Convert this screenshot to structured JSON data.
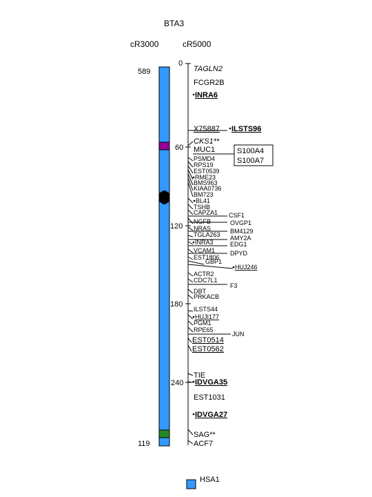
{
  "chromosome": "BTA3",
  "left_scale_label": "cR3000",
  "right_scale_label": "cR5000",
  "left_scale": {
    "top": "589",
    "bottom": "119"
  },
  "right_ticks": [
    "0",
    "60",
    "120",
    "180",
    "240"
  ],
  "legend": {
    "label": "HSA1",
    "color": "#3399FF"
  },
  "colors": {
    "bar": "#3399FF",
    "band_magenta": "#990099",
    "band_green": "#228822",
    "centromere": "#000000"
  },
  "markers": [
    {
      "id": "TAGLN2",
      "label": "TAGLN2",
      "italic": true
    },
    {
      "id": "FCGR2B",
      "label": "FCGR2B"
    },
    {
      "id": "INRA6",
      "label": "INRA6",
      "bold": true,
      "underline": true,
      "dot": true
    },
    {
      "id": "X75887",
      "label": "X75887",
      "underline": true
    },
    {
      "id": "ILSTS96",
      "label": "ILSTS96",
      "bold": true,
      "underline": true,
      "dot": true
    },
    {
      "id": "CKS1",
      "label": "CKS1**",
      "italic": true
    },
    {
      "id": "MUC1",
      "label": "MUC1"
    },
    {
      "id": "S100A4",
      "label": "S100A4"
    },
    {
      "id": "S100A7",
      "label": "S100A7"
    },
    {
      "id": "PSMD4",
      "label": "PSMD4"
    },
    {
      "id": "RPS19",
      "label": "RPS19"
    },
    {
      "id": "EST0539",
      "label": "EST0539"
    },
    {
      "id": "RME23",
      "label": "RME23",
      "dot": true
    },
    {
      "id": "BMS963",
      "label": "BMS963"
    },
    {
      "id": "KIAA0736",
      "label": "KIAA0736"
    },
    {
      "id": "BM723",
      "label": "BM723"
    },
    {
      "id": "BL41",
      "label": "BL41",
      "dot": true
    },
    {
      "id": "TSHB",
      "label": "TSHB"
    },
    {
      "id": "CAPZA1",
      "label": "CAPZA1"
    },
    {
      "id": "CSF1",
      "label": "CSF1"
    },
    {
      "id": "NGFB",
      "label": "NGFB"
    },
    {
      "id": "OVGP1",
      "label": "OVGP1"
    },
    {
      "id": "NRAS",
      "label": "NRAS"
    },
    {
      "id": "BM4129",
      "label": "BM4129"
    },
    {
      "id": "TGLA263",
      "label": "TGLA263"
    },
    {
      "id": "AMY2A",
      "label": "AMY2A"
    },
    {
      "id": "INRA3",
      "label": "INRA3",
      "dot": true
    },
    {
      "id": "EDG1",
      "label": "EDG1"
    },
    {
      "id": "VCAM1",
      "label": "VCAM1"
    },
    {
      "id": "DPYD",
      "label": "DPYD"
    },
    {
      "id": "EST1806",
      "label": "EST1806"
    },
    {
      "id": "GBP1",
      "label": "GBP1"
    },
    {
      "id": "HUJ246",
      "label": "HUJ246",
      "underline": true,
      "dot": true
    },
    {
      "id": "ACTR2",
      "label": "ACTR2"
    },
    {
      "id": "CDC7L1",
      "label": "CDC7L1"
    },
    {
      "id": "F3",
      "label": "F3"
    },
    {
      "id": "DBT",
      "label": "DBT"
    },
    {
      "id": "PRKACB",
      "label": "PRKACB"
    },
    {
      "id": "ILSTS44",
      "label": "ILSTS44"
    },
    {
      "id": "HUJI177",
      "label": "HUJI177",
      "underline": true,
      "dot": true
    },
    {
      "id": "PGM1",
      "label": "PGM1"
    },
    {
      "id": "RPE65",
      "label": "RPE65"
    },
    {
      "id": "JUN",
      "label": "JUN"
    },
    {
      "id": "EST0514",
      "label": "EST0514",
      "underline": true
    },
    {
      "id": "EST0562",
      "label": "EST0562",
      "underline": true
    },
    {
      "id": "TIE",
      "label": "TIE"
    },
    {
      "id": "IDVGA35",
      "label": "IDVGA35",
      "bold": true,
      "underline": true,
      "dot": true
    },
    {
      "id": "EST1031",
      "label": "EST1031"
    },
    {
      "id": "IDVGA27",
      "label": "IDVGA27",
      "bold": true,
      "underline": true,
      "dot": true
    },
    {
      "id": "SAG",
      "label": "SAG**"
    },
    {
      "id": "ACF7",
      "label": "ACF7"
    }
  ]
}
